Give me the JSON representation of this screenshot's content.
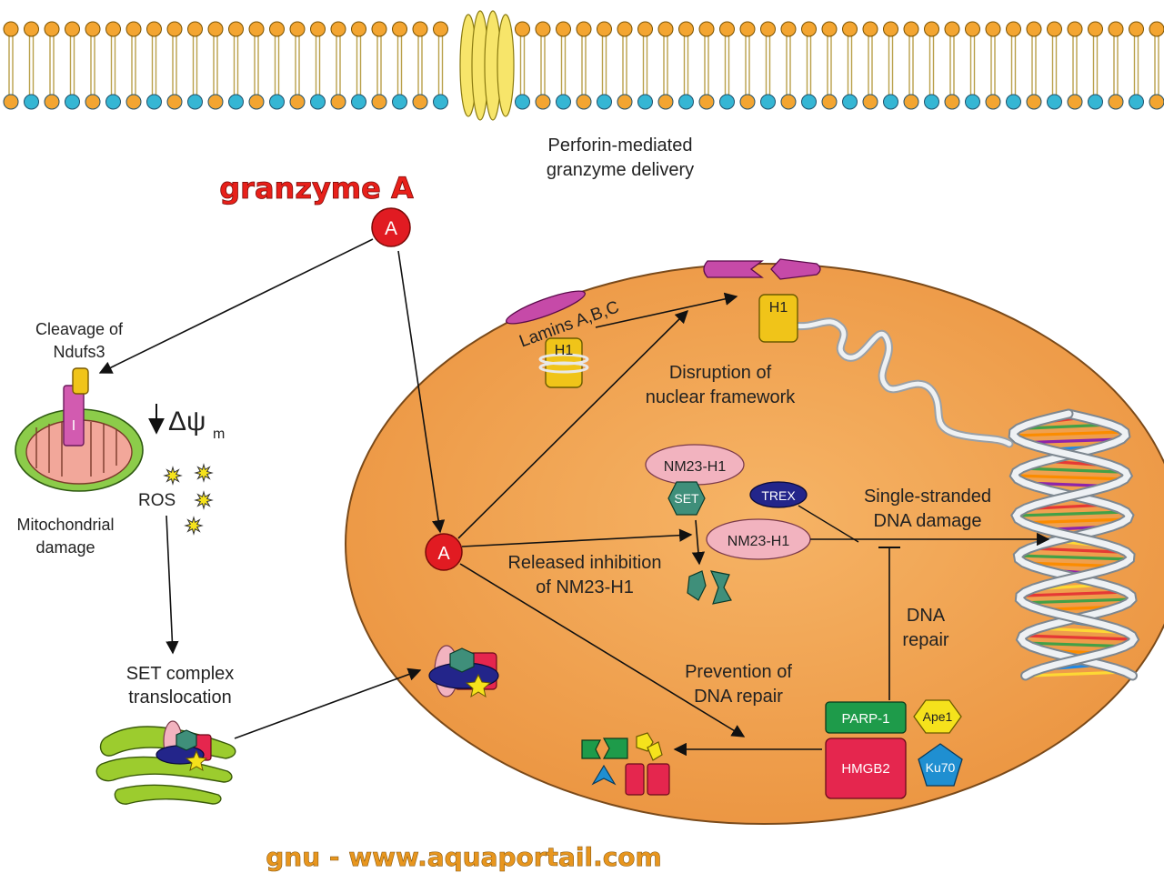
{
  "title": "granzyme A",
  "membrane": {
    "caption_line1": "Perforin-mediated",
    "caption_line2": "granzyme delivery"
  },
  "enzyme_symbol": "A",
  "mitochondria": {
    "cleavage_line1": "Cleavage of",
    "cleavage_line2": "Ndufs3",
    "complex_label": "I",
    "delta_psi": "Δψ",
    "delta_psi_sub": "m",
    "ros": "ROS",
    "damage_line1": "Mitochondrial",
    "damage_line2": "damage"
  },
  "set_complex": {
    "line1": "SET complex",
    "line2": "translocation"
  },
  "nucleus": {
    "lamins": "Lamins A,B,C",
    "h1": "H1",
    "disruption_line1": "Disruption of",
    "disruption_line2": "nuclear framework",
    "nm23": "NM23-H1",
    "set": "SET",
    "trex": "TREX",
    "ss_line1": "Single-stranded",
    "ss_line2": "DNA damage",
    "released_line1": "Released inhibition",
    "released_line2": "of NM23-H1",
    "dna_repair_line1": "DNA",
    "dna_repair_line2": "repair",
    "prevention_line1": "Prevention of",
    "prevention_line2": "DNA repair",
    "parp1": "PARP-1",
    "ape1": "Ape1",
    "hmgb2": "HMGB2",
    "ku70": "Ku70"
  },
  "watermark": "gnu - www.aquaportail.com",
  "colors": {
    "title_red": "#e8201a",
    "enzyme_red": "#e11b22",
    "nucleus_fill": "#f0a050",
    "lipid_orange": "#f3a531",
    "lipid_blue": "#35b6d4",
    "pore_yellow": "#f7e56a",
    "lamin_magenta": "#c64aa8",
    "h1_yellow": "#f0c419",
    "nm23_pink": "#f2b3bf",
    "set_teal": "#3f8f7a",
    "trex_navy": "#23258a",
    "parp_green": "#1e9b4a",
    "hmgb2_red": "#e5264e",
    "ku70_blue": "#1f8fd1",
    "ape1_yellow": "#f5e21c",
    "mito_green": "#8ccc4a",
    "golgi_green": "#9ccc2e",
    "watermark_orange": "#e8961e"
  }
}
